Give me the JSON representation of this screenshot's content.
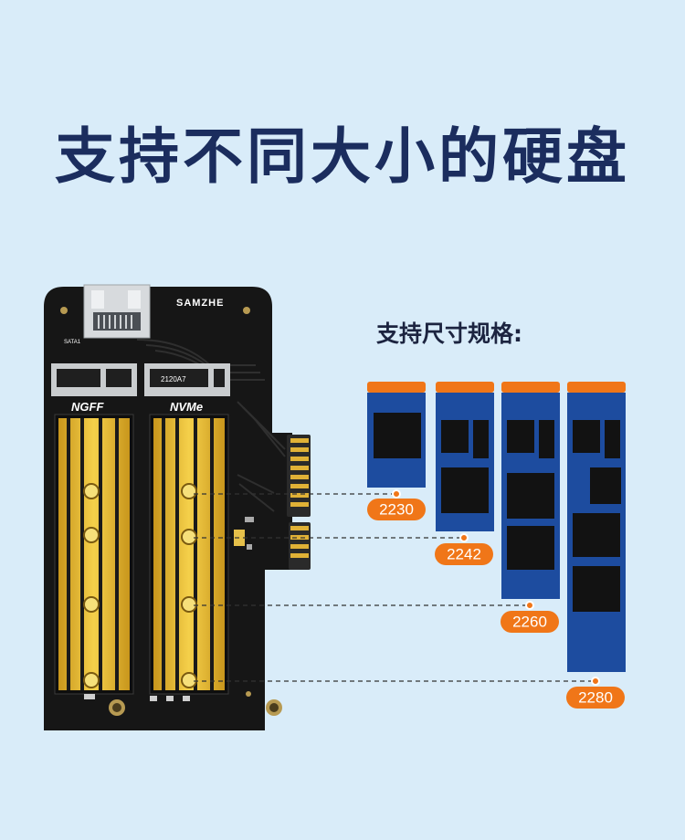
{
  "title": "支持不同大小的硬盘",
  "subtitle": "支持尺寸规格:",
  "card": {
    "brand": "SAMZHE",
    "port_label": "SATA1",
    "slot_left_label": "NGFF",
    "slot_right_label": "NVMe",
    "chip_text": "2120A7"
  },
  "sizes": [
    "2230",
    "2242",
    "2260",
    "2280"
  ],
  "colors": {
    "background": "#d9ecf9",
    "title": "#1b2d5e",
    "pcb": "#161616",
    "gold": "#e7b830",
    "ssd_blue": "#1d4c9f",
    "accent_orange": "#f07618"
  }
}
